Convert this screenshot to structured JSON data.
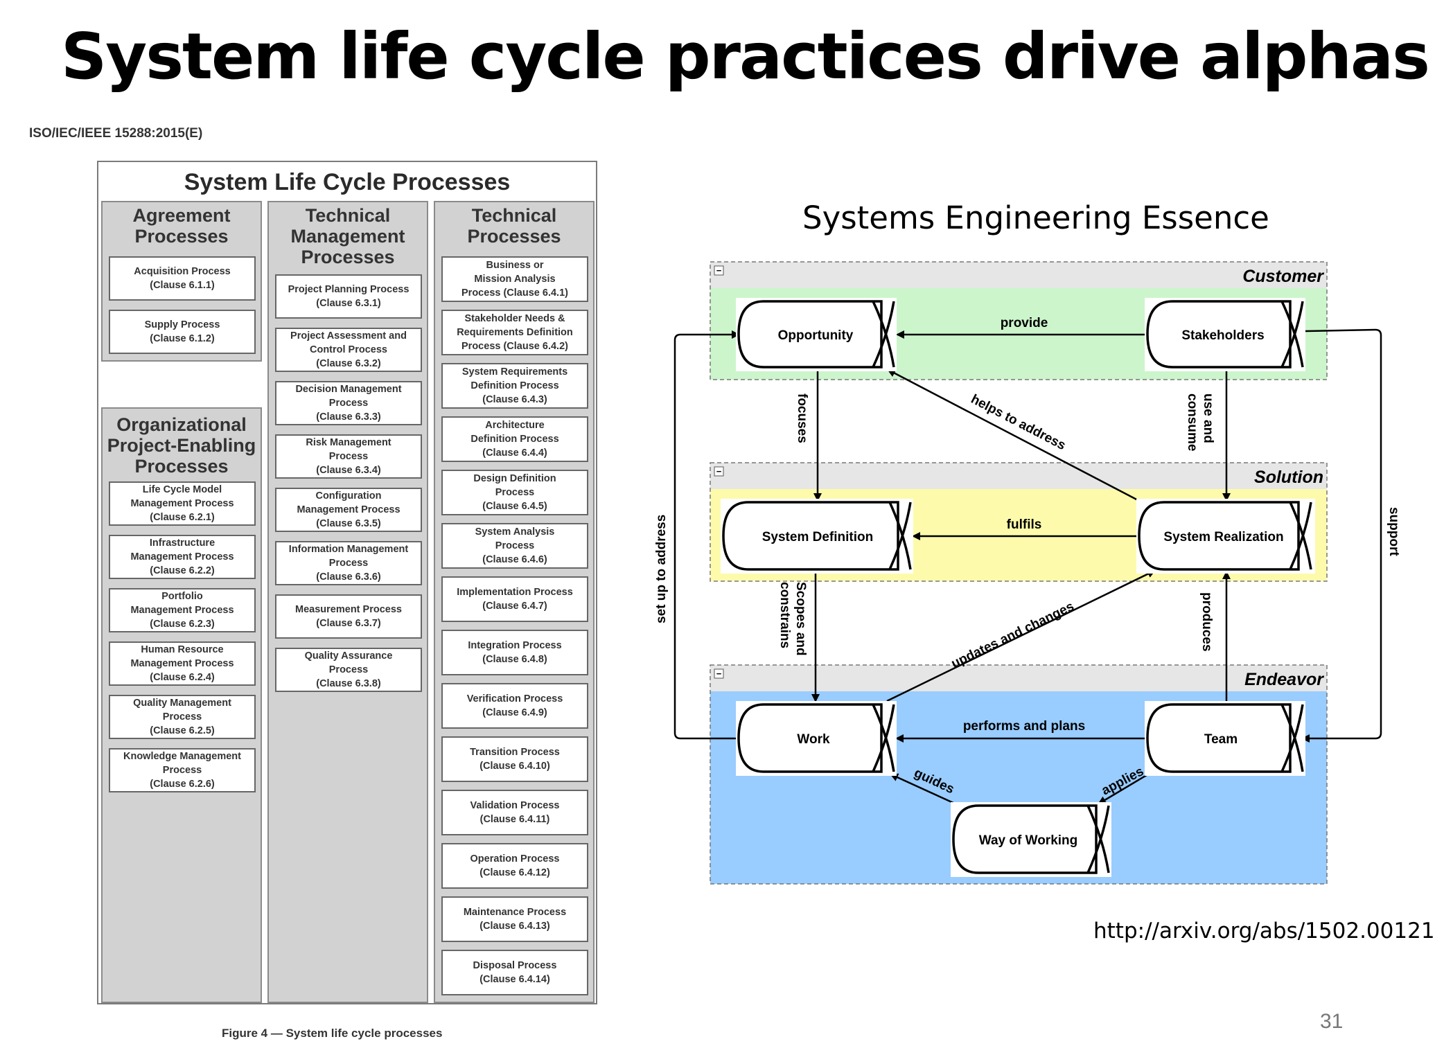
{
  "slide": {
    "title": "System life cycle practices drive alphas",
    "page_number": "31"
  },
  "left_figure": {
    "standard_ref": "ISO/IEC/IEEE 15288:2015(E)",
    "title": "System Life Cycle Processes",
    "caption": "Figure 4 — System life cycle processes",
    "agreement": {
      "heading": "Agreement\nProcesses",
      "items": [
        "Acquisition Process\n(Clause 6.1.1)",
        "Supply Process\n(Clause 6.1.2)"
      ]
    },
    "organizational": {
      "heading": "Organizational\nProject-Enabling\nProcesses",
      "items": [
        "Life Cycle Model\nManagement Process\n(Clause 6.2.1)",
        "Infrastructure\nManagement Process\n(Clause 6.2.2)",
        "Portfolio\nManagement Process\n(Clause 6.2.3)",
        "Human Resource\nManagement Process\n(Clause 6.2.4)",
        "Quality Management\nProcess\n(Clause 6.2.5)",
        "Knowledge Management\nProcess\n(Clause 6.2.6)"
      ]
    },
    "technical_management": {
      "heading": "Technical\nManagement\nProcesses",
      "items": [
        "Project Planning Process\n(Clause 6.3.1)",
        "Project Assessment and\nControl Process\n(Clause 6.3.2)",
        "Decision Management\nProcess\n(Clause 6.3.3)",
        "Risk Management\nProcess\n(Clause 6.3.4)",
        "Configuration\nManagement Process\n(Clause 6.3.5)",
        "Information Management\nProcess\n(Clause 6.3.6)",
        "Measurement Process\n(Clause 6.3.7)",
        "Quality Assurance\nProcess\n(Clause 6.3.8)"
      ]
    },
    "technical": {
      "heading": "Technical\nProcesses",
      "items": [
        "Business or\nMission Analysis\nProcess (Clause 6.4.1)",
        "Stakeholder Needs &\nRequirements Definition\nProcess (Clause 6.4.2)",
        "System Requirements\nDefinition Process\n(Clause 6.4.3)",
        "Architecture\nDefinition Process\n(Clause 6.4.4)",
        "Design Definition\nProcess\n(Clause 6.4.5)",
        "System Analysis\nProcess\n(Clause 6.4.6)",
        "Implementation Process\n(Clause 6.4.7)",
        "Integration Process\n(Clause 6.4.8)",
        "Verification Process\n(Clause 6.4.9)",
        "Transition Process\n(Clause 6.4.10)",
        "Validation Process\n(Clause 6.4.11)",
        "Operation Process\n(Clause 6.4.12)",
        "Maintenance Process\n(Clause 6.4.13)",
        "Disposal Process\n(Clause 6.4.14)"
      ]
    }
  },
  "right_figure": {
    "title": "Systems Engineering Essence",
    "source_url": "http://arxiv.org/abs/1502.00121",
    "areas": {
      "customer": {
        "label": "Customer",
        "color": "#ccf5cc"
      },
      "solution": {
        "label": "Solution",
        "color": "#fdfbab"
      },
      "endeavor": {
        "label": "Endeavor",
        "color": "#99ccff"
      }
    },
    "collapse_glyph": "−",
    "alphas": {
      "opportunity": "Opportunity",
      "stakeholders": "Stakeholders",
      "system_definition": "System Definition",
      "system_realization": "System Realization",
      "work": "Work",
      "team": "Team",
      "way_of_working": "Way of Working"
    },
    "relations": {
      "provide": "provide",
      "focuses": "focuses",
      "use_and_consume_1": "use and",
      "use_and_consume_2": "consume",
      "helps_to_address": "helps to address",
      "fulfils": "fulfils",
      "set_up_to_address": "set up to address",
      "support": "support",
      "scopes_and_constrains_1": "Scopes and",
      "scopes_and_constrains_2": "constrains",
      "updates_and_changes": "updates and changes",
      "produces": "produces",
      "performs_and_plans": "performs and plans",
      "guides": "guides",
      "applies": "applies"
    }
  }
}
